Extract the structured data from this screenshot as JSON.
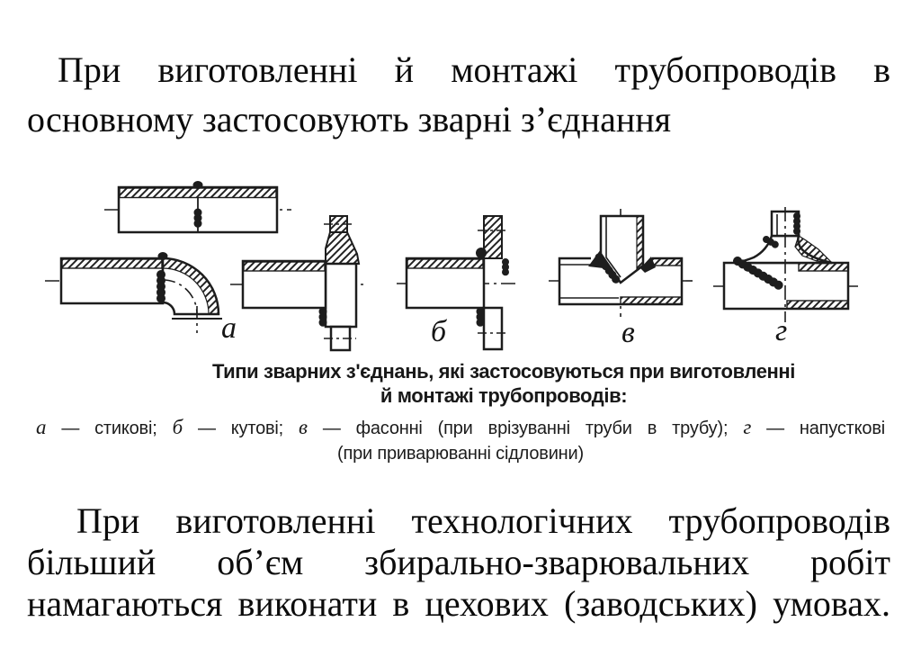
{
  "slide": {
    "background": "#ffffff",
    "text_color": "#0b0b0b",
    "drawing_line_color": "#1d1d1d"
  },
  "intro_paragraph": {
    "line1": "При виготовленні й монтажі трубопроводів в",
    "line2": "основному застосовують зварні з’єднання"
  },
  "figure": {
    "drawing_names": [
      "butt-weld-straight-pipe",
      "butt-weld-elbow",
      "corner-weld-flange-hub",
      "corner-weld-flat-flange",
      "fitting-weld-tee",
      "lap-weld-saddle"
    ],
    "joint_labels": {
      "a": "а",
      "b": "б",
      "v": "в",
      "g": "г"
    },
    "caption": {
      "line1": "Типи зварних з'єднань, які застосовуються при виготовленні",
      "line2": "й монтажі трубопроводів:"
    },
    "legend": {
      "items": [
        {
          "key": "а",
          "text": " — стикові; "
        },
        {
          "key": "б",
          "text": " — кутові; "
        },
        {
          "key": "в",
          "text": " — фасонні (при врізуванні труби в трубу); "
        },
        {
          "key": "г",
          "text": " — напусткові"
        }
      ],
      "line2": "(при приварюванні сідловини)"
    }
  },
  "outro_paragraph": {
    "line1": "При виготовленні технологічних трубопроводів",
    "line2": "більший об’єм збирально-зварювальних робіт",
    "line3": "намагаються виконати в цехових (заводських) умовах."
  }
}
